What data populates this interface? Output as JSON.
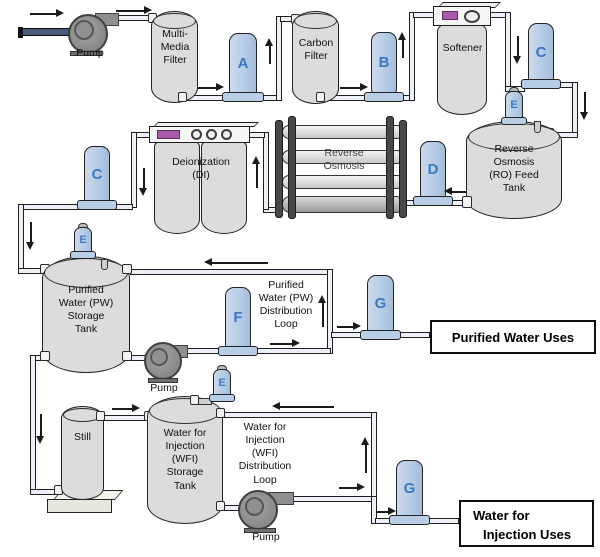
{
  "labels": {
    "feed_pump": "Pump",
    "multi_media_filter": "Multi-\nMedia\nFilter",
    "filter_a": "A",
    "carbon_filter": "Carbon\nFilter",
    "filter_b": "B",
    "softener": "Softener",
    "filter_c_top": "C",
    "vent_e_ro": "E",
    "ro_feed_tank": "Reverse\nOsmosis\n(RO) Feed\nTank",
    "filter_d": "D",
    "reverse_osmosis": "Reverse\nOsmosis",
    "deionization": "Deionization\n(DI)",
    "filter_c_left": "C",
    "vent_e_pw": "E",
    "pw_storage_tank": "Purified\nWater (PW)\nStorage\nTank",
    "pw_pump": "Pump",
    "filter_f": "F",
    "pw_loop": "Purified\nWater (PW)\nDistribution\nLoop",
    "filter_g_pw": "G",
    "pw_uses": "Purified Water Uses",
    "still": "Still",
    "vent_e_wfi": "E",
    "wfi_storage_tank": "Water for\nInjection\n(WFI)\nStorage\nTank",
    "wfi_pump": "Pump",
    "wfi_loop": "Water for\nInjection\n(WFI)\nDistribution\nLoop",
    "filter_g_wfi": "G",
    "wfi_uses_line1": "Water for",
    "wfi_uses_line2": "Injection Uses"
  },
  "colors": {
    "cartridge_fill": "#b8cde6",
    "cartridge_letter": "#3c78c2",
    "tank_fill": "#dcdcdc",
    "pump_fill": "#8a8a8a",
    "head_accent_purple": "#a85cab",
    "pipe_fill": "#edf1f7",
    "feed_pipe_fill": "#46597a",
    "outline": "#1f1f1f"
  }
}
